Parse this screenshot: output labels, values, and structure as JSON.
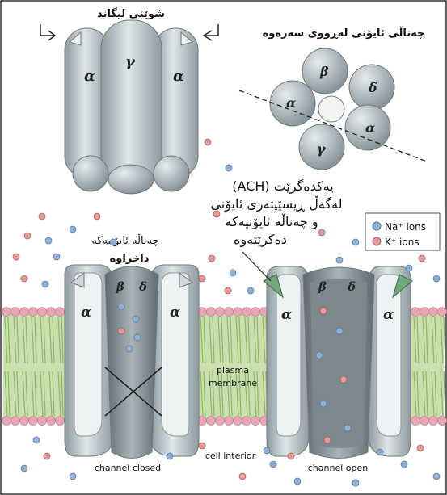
{
  "labels": {
    "ligand_site": "شوێنی لیگاند",
    "top_view": "چەناڵی ئایۆنی لەڕووی سەرەوە",
    "ach_binding": [
      "(ACH) یەکدەگرێت",
      "لەگەڵ ڕیسێپتەری ئایۆنی",
      "و چەناڵە ئایۆنیەکە",
      "دەکرێتەوە"
    ],
    "closed_title": [
      "چەناڵە ئایۆنیەکە",
      "داخراوە"
    ],
    "plasma_membrane": [
      "plasma",
      "membrane"
    ],
    "cell_interior": "cell interior",
    "channel_closed": "channel closed",
    "channel_open": "channel open"
  },
  "legend": {
    "na": "Na⁺ ions",
    "k": "K⁺ ions",
    "na_color": "#8fb0d4",
    "k_color": "#e39a9a"
  },
  "subunits": {
    "alpha": "α",
    "beta": "β",
    "gamma": "γ",
    "delta": "δ"
  },
  "colors": {
    "protein": "#b9c4c8",
    "protein_dark": "#7f8b90",
    "lipid_head": "#e8a6b4",
    "lipid_tail": "#9cc07a",
    "arrow": "#6fa87a"
  }
}
